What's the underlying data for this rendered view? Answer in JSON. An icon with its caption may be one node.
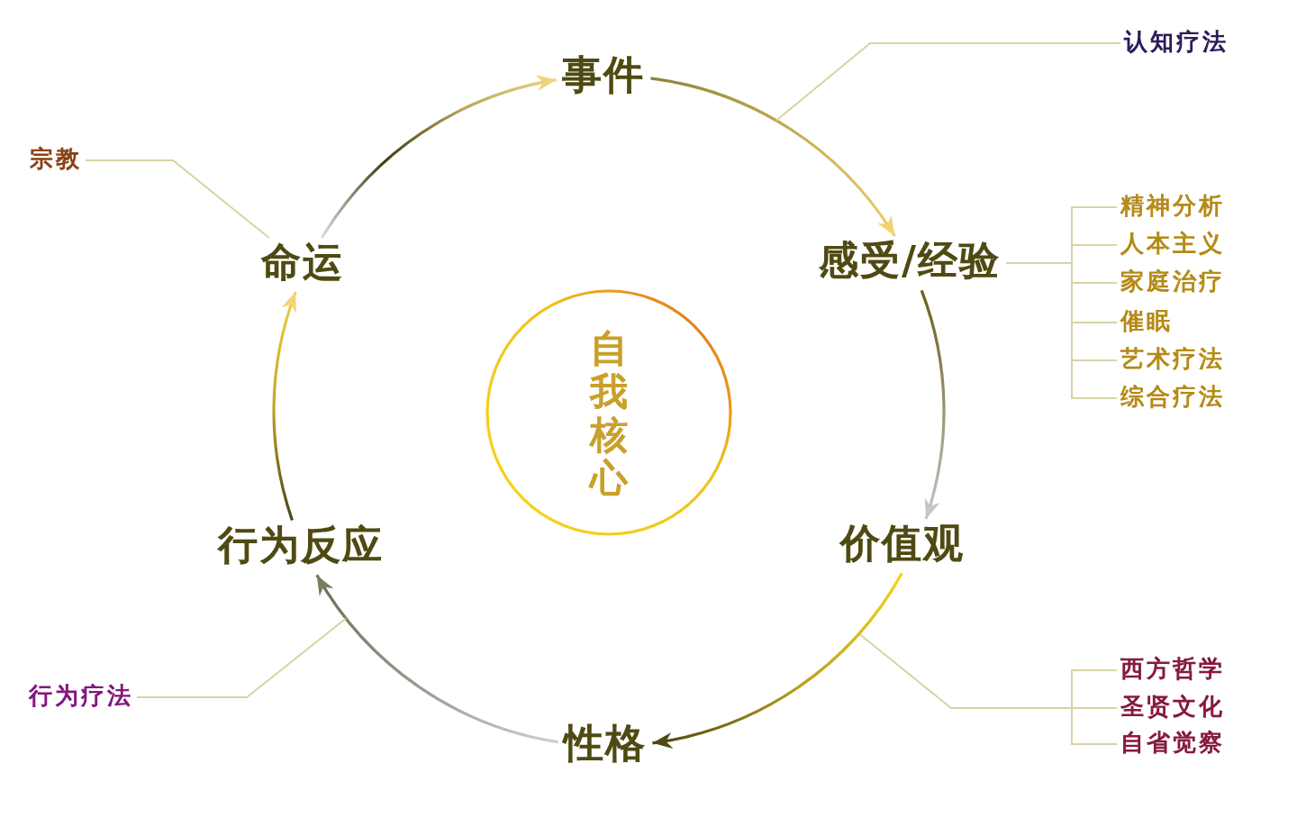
{
  "diagram": {
    "nodes": [
      {
        "text": [
          "事件"
        ]
      },
      {
        "text": [
          "感受/经验"
        ]
      },
      {
        "text": [
          "价值观"
        ]
      },
      {
        "text": [
          "性格"
        ]
      },
      {
        "text": [
          "行为反应"
        ]
      },
      {
        "text": [
          "命运"
        ]
      },
      {
        "text": [
          "自我核心"
        ]
      },
      {
        "text": [
          "宗教"
        ]
      },
      {
        "text": [
          "认知疗法"
        ]
      },
      {
        "text": [
          "精神分析"
        ]
      },
      {
        "text": [
          "人本主义"
        ]
      },
      {
        "text": [
          "家庭治疗"
        ]
      },
      {
        "text": [
          "催眠"
        ]
      },
      {
        "text": [
          "艺术疗法"
        ]
      },
      {
        "text": [
          "综合疗法"
        ]
      },
      {
        "text": [
          "行为疗法"
        ]
      },
      {
        "text": [
          "西方哲学"
        ]
      },
      {
        "text": [
          "圣贤文化"
        ]
      },
      {
        "text": [
          "自省觉察"
        ]
      }
    ],
    "edges": [
      {
        "from": 0,
        "to": 1,
        "arrow": "to"
      },
      {
        "from": 1,
        "to": 2,
        "arrow": "to"
      },
      {
        "from": 2,
        "to": 3,
        "arrow": "to"
      },
      {
        "from": 3,
        "to": 4,
        "arrow": "to"
      },
      {
        "from": 4,
        "to": 5,
        "arrow": "to"
      },
      {
        "from": 5,
        "to": 0,
        "arrow": "to"
      },
      {
        "from": 7,
        "to": 5,
        "arrow": "none"
      },
      {
        "from": 8,
        "to": null,
        "arrow": "none"
      },
      {
        "from": 1,
        "to": 9,
        "arrow": "none"
      },
      {
        "from": 1,
        "to": 10,
        "arrow": "none"
      },
      {
        "from": 1,
        "to": 11,
        "arrow": "none"
      },
      {
        "from": 1,
        "to": 12,
        "arrow": "none"
      },
      {
        "from": 1,
        "to": 13,
        "arrow": "none"
      },
      {
        "from": 1,
        "to": 14,
        "arrow": "none"
      },
      {
        "from": 15,
        "to": null,
        "arrow": "none"
      },
      {
        "from": null,
        "to": 16,
        "arrow": "none"
      },
      {
        "from": null,
        "to": 17,
        "arrow": "none"
      },
      {
        "from": null,
        "to": 18,
        "arrow": "none"
      }
    ]
  }
}
